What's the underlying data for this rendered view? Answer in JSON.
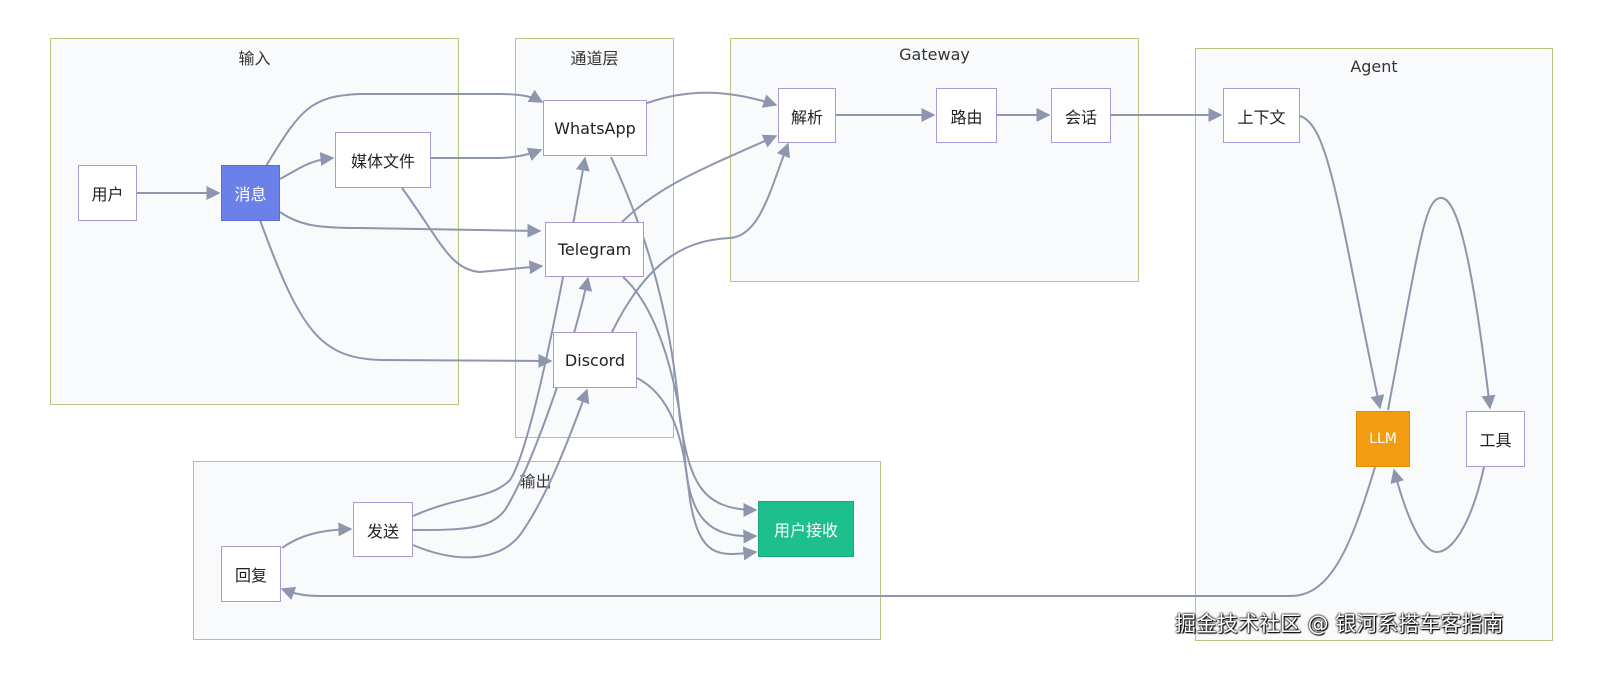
{
  "clusters": {
    "input": "输入",
    "channel": "通道层",
    "gateway": "Gateway",
    "agent": "Agent",
    "output": "输出"
  },
  "nodes": {
    "user": "用户",
    "message": "消息",
    "media": "媒体文件",
    "whatsapp": "WhatsApp",
    "telegram": "Telegram",
    "discord": "Discord",
    "parse": "解析",
    "route": "路由",
    "session": "会话",
    "context": "上下文",
    "llm": "LLM",
    "tools": "工具",
    "reply": "回复",
    "send": "发送",
    "receive": "用户接收"
  },
  "colors": {
    "message_fill": "#6b80e8",
    "llm_fill": "#f39c12",
    "receive_fill": "#1dbf8c",
    "edge": "#8e96ad",
    "cluster_border": "#b9c27e",
    "node_border": "#a99ad6"
  },
  "watermark": "掘金技术社区 @ 银河系搭车客指南"
}
